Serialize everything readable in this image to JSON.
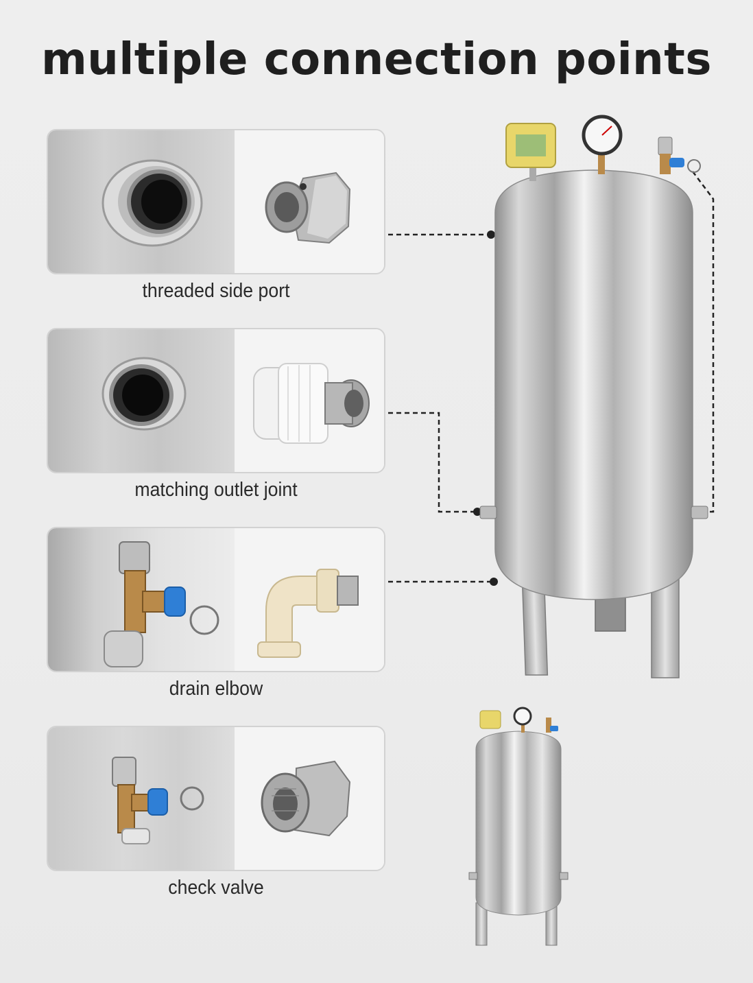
{
  "title": "multiple connection points",
  "cards": [
    {
      "label": "threaded side port",
      "left_icon": "threaded-port-icon",
      "right_icon": "hex-adapter-icon"
    },
    {
      "label": "matching outlet joint",
      "left_icon": "outlet-port-icon",
      "right_icon": "union-joint-icon"
    },
    {
      "label": "drain elbow",
      "left_icon": "safety-valve-icon",
      "right_icon": "elbow-fitting-icon"
    },
    {
      "label": "check valve",
      "left_icon": "safety-valve-icon",
      "right_icon": "reducer-bushing-icon"
    }
  ],
  "colors": {
    "steel": "#c4c4c4",
    "brass": "#b98a4a",
    "blue_cap": "#2f7fd6",
    "gauge_yellow": "#e8d66a",
    "dash_line": "#222222"
  }
}
